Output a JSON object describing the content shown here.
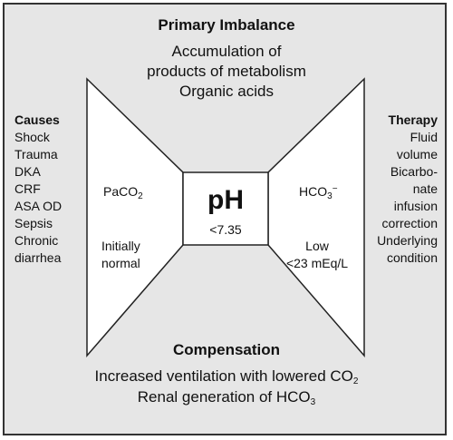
{
  "primary": {
    "heading": "Primary Imbalance",
    "lines": [
      "Accumulation of",
      "products of metabolism",
      "Organic acids"
    ]
  },
  "causes": {
    "heading": "Causes",
    "items": [
      "Shock",
      "Trauma",
      "DKA",
      "CRF",
      "ASA OD",
      "Sepsis",
      "Chronic",
      "diarrhea"
    ]
  },
  "therapy": {
    "heading": "Therapy",
    "items": [
      "Fluid",
      "volume",
      "Bicarbo-",
      "nate",
      "infusion",
      "correction",
      "Underlying",
      "condition"
    ]
  },
  "left_wing": {
    "paco2_main": "PaCO",
    "paco2_sub": "2",
    "note_line1": "Initially",
    "note_line2": "normal"
  },
  "right_wing": {
    "hco3_main": "HCO",
    "hco3_sub": "3",
    "hco3_sup": "−",
    "note_line1": "Low",
    "note_line2": "<23 mEq/L"
  },
  "center_box": {
    "label": "pH",
    "value": "<7.35"
  },
  "compensation": {
    "heading": "Compensation",
    "line1_main": "Increased  ventilation with lowered CO",
    "line1_sub": "2",
    "line2_main": "Renal generation of HCO",
    "line2_sub": "3"
  },
  "colors": {
    "background": "#e6e6e6",
    "shape_fill": "#ffffff",
    "stroke": "#222222"
  }
}
